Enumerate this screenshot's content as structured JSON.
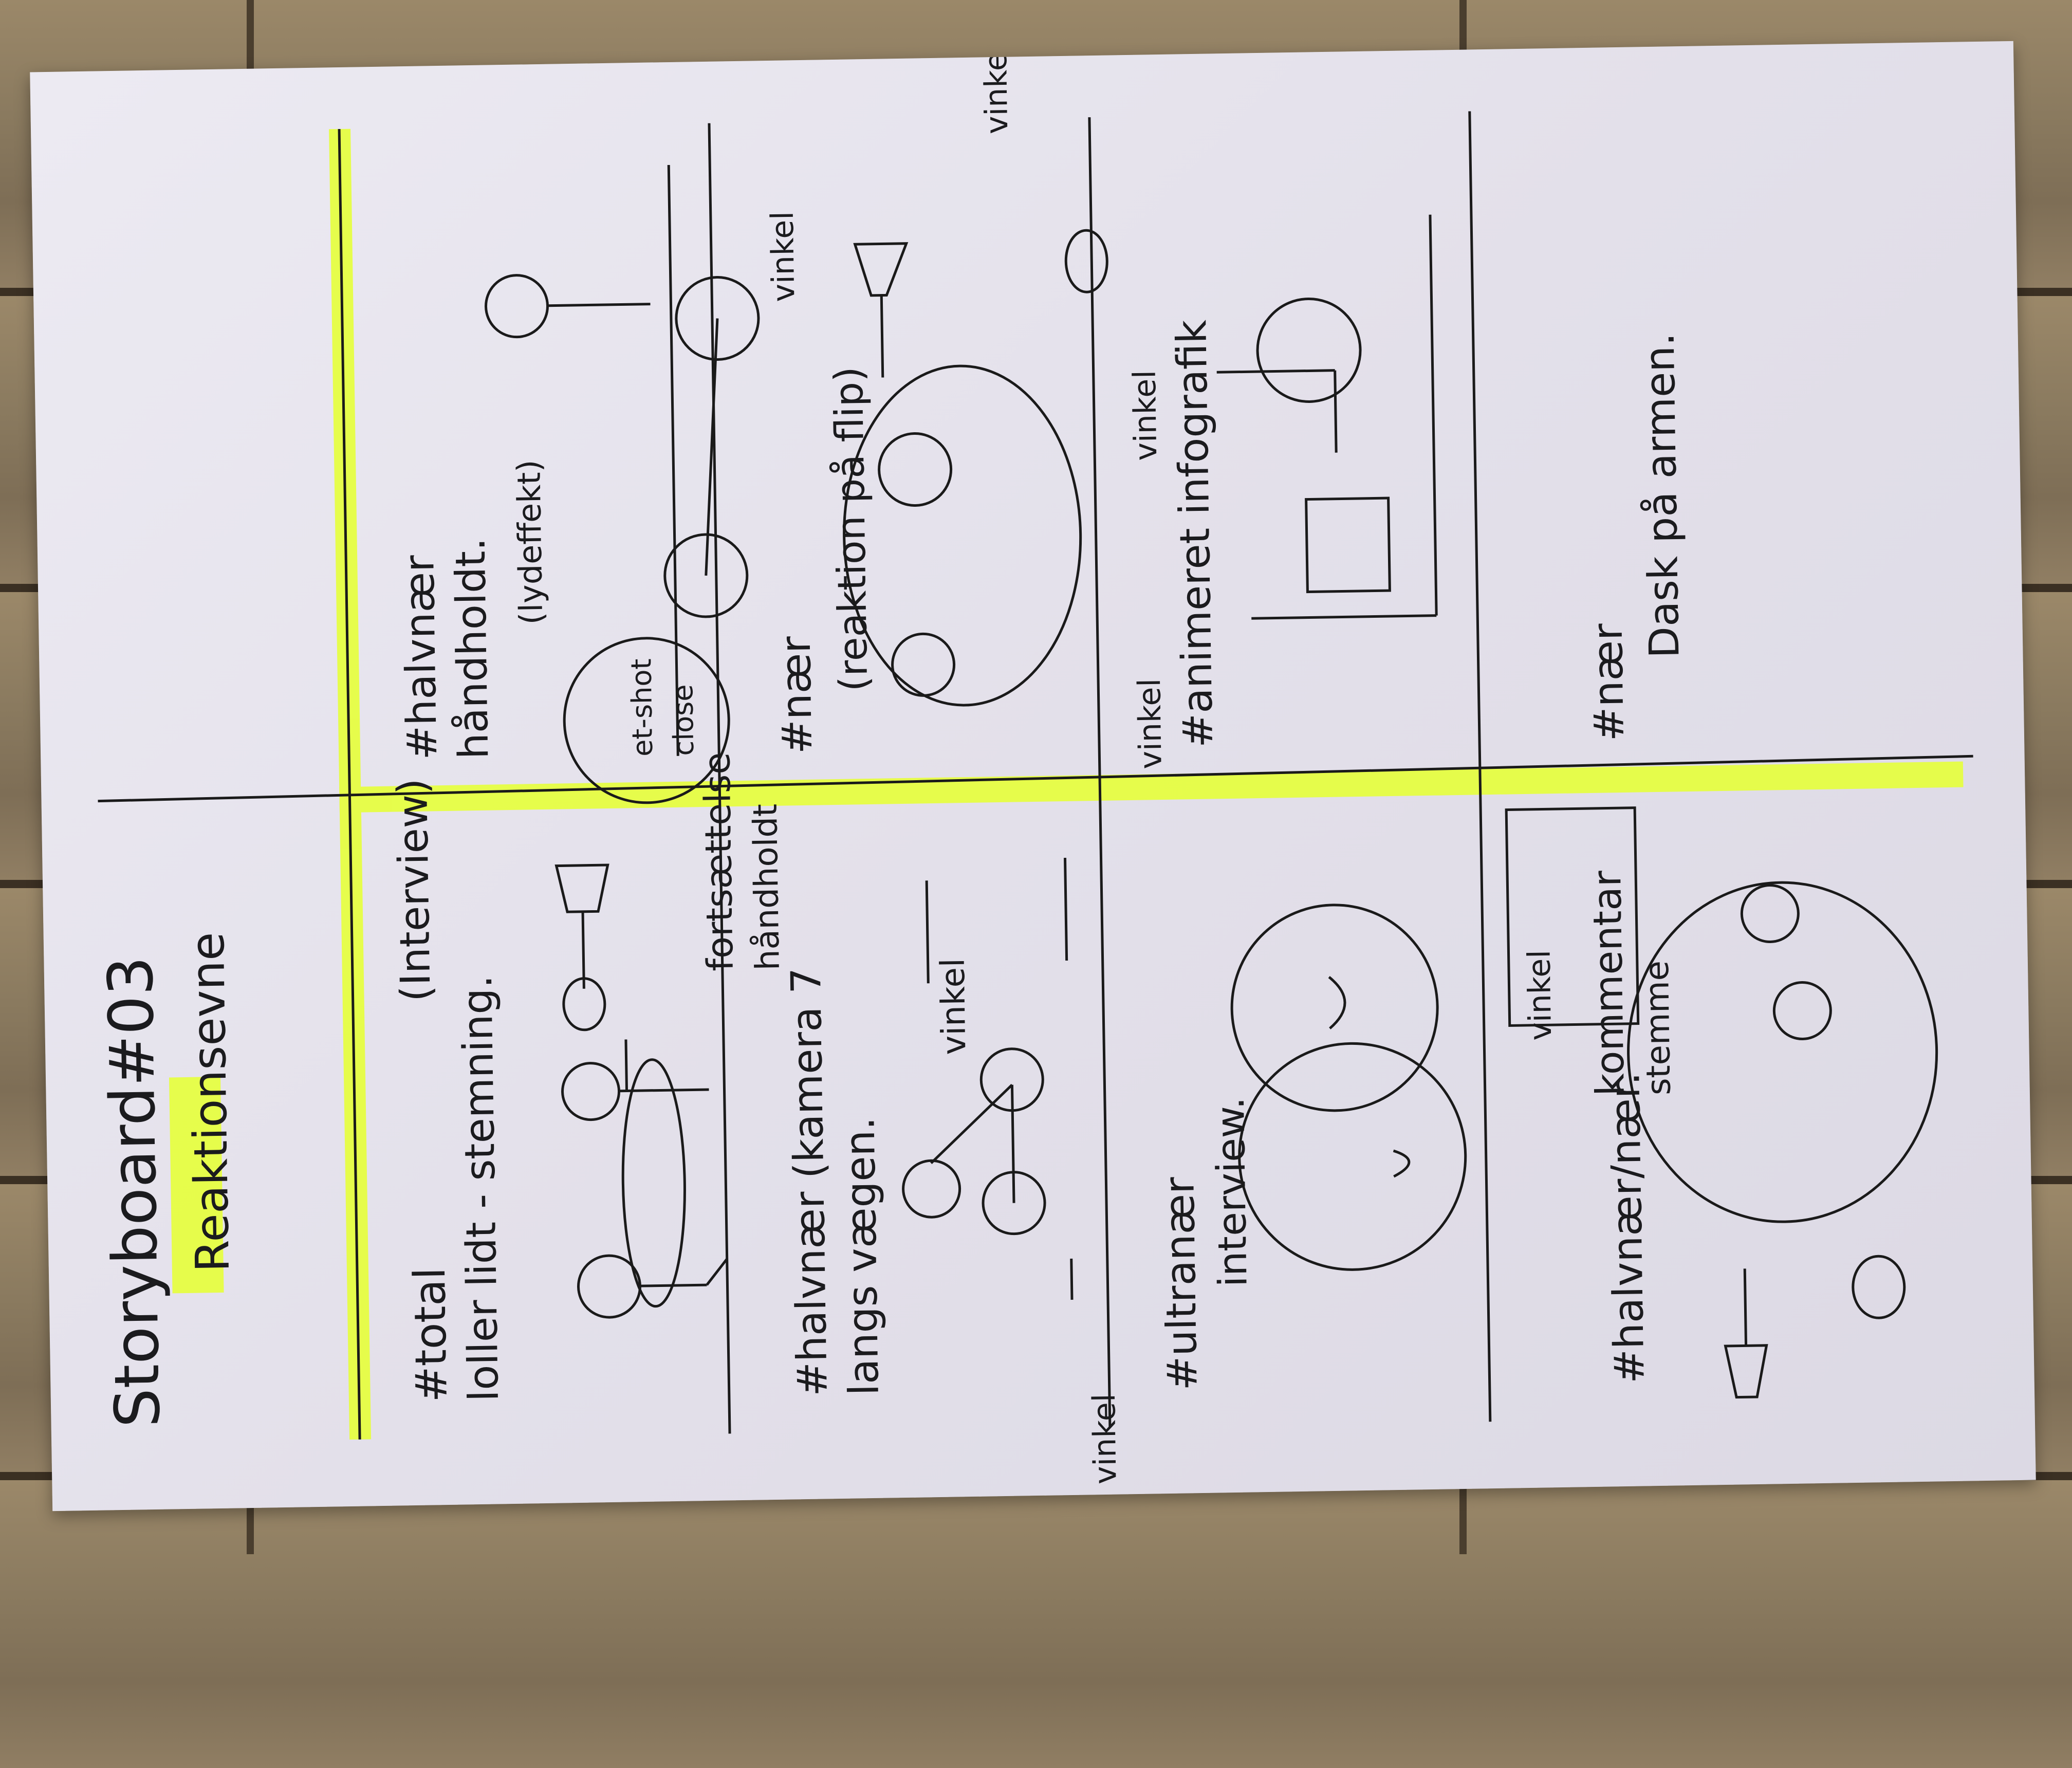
{
  "storyboard": {
    "title": "Storyboard#03",
    "subtitle": "Reaktionsevne",
    "panels": [
      {
        "id": "panel-1",
        "shot": "#total",
        "lines": [
          "loller lidt - stemning."
        ],
        "tag": "(Interview)"
      },
      {
        "id": "panel-2",
        "shot": "#halvnær (kamera 7",
        "lines": [
          "langs vægen."
        ],
        "notes": [
          "fortsættelse",
          "håndholdt",
          "vinkel"
        ]
      },
      {
        "id": "panel-3",
        "shot": "#ultranær",
        "lines": [
          "interview."
        ],
        "notes": [
          "vinkel",
          "vinkel"
        ]
      },
      {
        "id": "panel-4",
        "shot": "#halvnær/nær.",
        "lines": [
          "kommentar",
          "stemme"
        ]
      },
      {
        "id": "panel-5",
        "shot": "#halvnær",
        "lines": [
          "håndholdt."
        ],
        "notes": [
          "(lydeffekt)",
          "et-shot",
          "close"
        ]
      },
      {
        "id": "panel-6",
        "shot": "#nær",
        "lines": [
          "(reaktion på flip)"
        ],
        "notes": [
          "vinkel",
          "vinkel",
          "vinkel",
          "vinkel"
        ]
      },
      {
        "id": "panel-7",
        "shot": "#animeret infografik",
        "lines": []
      },
      {
        "id": "panel-8",
        "shot": "#nær",
        "lines": [
          "Dask på armen."
        ]
      }
    ]
  }
}
